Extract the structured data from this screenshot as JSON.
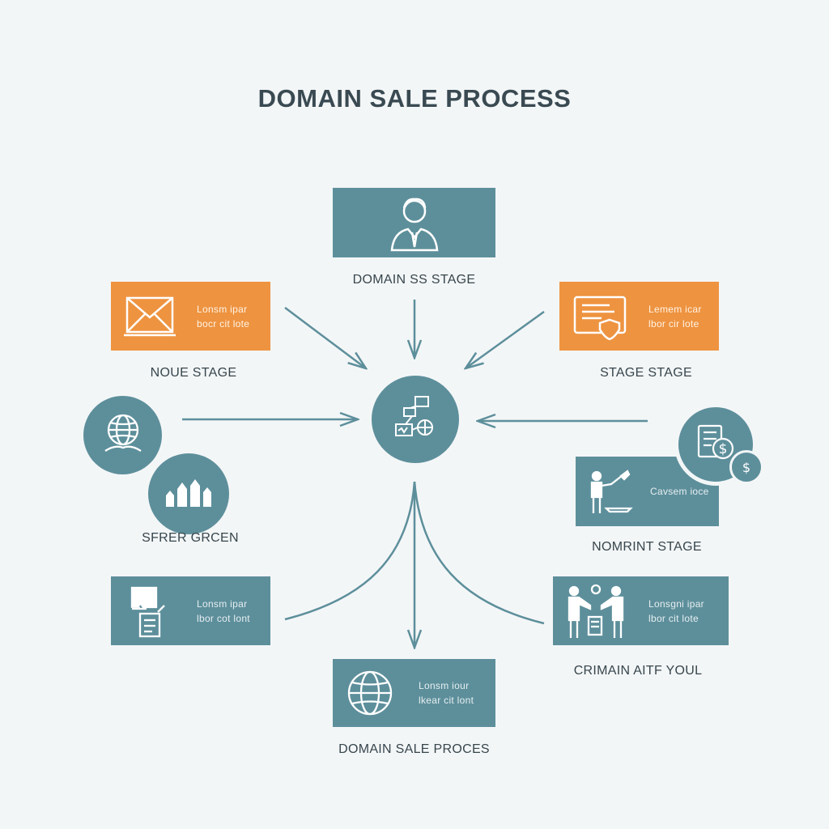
{
  "title": "DOMAIN SALE PROCESS",
  "nodes": {
    "top": {
      "label": "DOMAIN SS STAGE",
      "icon": "businessman-icon"
    },
    "upper_left": {
      "label": "NOUE STAGE",
      "text": "Lonsm  ipar\nbocr  cit  lote",
      "icon": "envelope-icon"
    },
    "upper_right": {
      "label": "STAGE STAGE",
      "text": "Lemem  icar\nlbor  cir  lote",
      "icon": "certificate-icon"
    },
    "left_circles": {
      "label": "SFRER GRCEN",
      "icons": [
        "globe-icon",
        "growth-chart-icon"
      ]
    },
    "right_mid": {
      "label": "NOMRINT STAGE",
      "text": "Cavsem  ioce",
      "icons": [
        "presenter-icon",
        "invoice-dollar-icon"
      ]
    },
    "lower_left": {
      "text": "Lonsm  ipar\nlbor  cot  lont",
      "icon": "document-list-icon"
    },
    "lower_right": {
      "label": "CRIMAIN AITF YOUL",
      "text": "Lonsgni  ipar\nlbor  cit  lote",
      "icon": "handshake-icon"
    },
    "bottom": {
      "label": "DOMAIN SALE PROCES",
      "text": "Lonsm  iour\nlkear  cit  lont",
      "icon": "globe-icon"
    },
    "hub": {
      "icon": "network-flow-icon"
    }
  },
  "colors": {
    "teal": "#5d8f9b",
    "orange": "#ee9340",
    "arrow": "#5d8f9b",
    "background": "#f3f6f7"
  }
}
